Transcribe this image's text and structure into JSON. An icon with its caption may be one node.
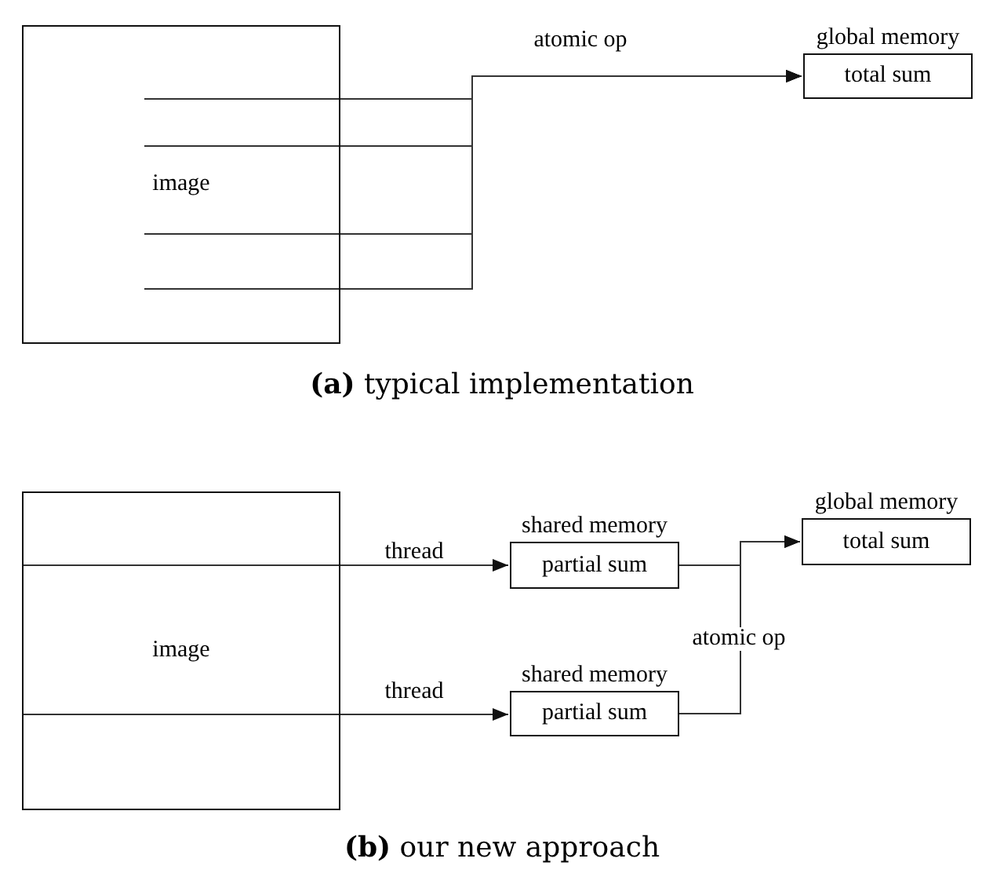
{
  "diagram": {
    "nodes": [
      {
        "text": [
          "image"
        ]
      },
      {
        "text": [
          "total sum"
        ],
        "beside": [
          "global memory"
        ]
      },
      {
        "text": [
          "image"
        ]
      },
      {
        "text": [
          "partial sum"
        ],
        "beside": [
          "shared memory"
        ]
      },
      {
        "text": [
          "partial sum"
        ],
        "beside": [
          "shared memory"
        ]
      },
      {
        "text": [
          "total sum"
        ],
        "beside": [
          "global memory"
        ]
      }
    ],
    "edges": [
      {
        "from": 0,
        "to": 1,
        "arrow": "to",
        "label": "atomic op"
      },
      {
        "from": 0,
        "to": 1,
        "arrow": "to"
      },
      {
        "from": 0,
        "to": 1,
        "arrow": "to"
      },
      {
        "from": 0,
        "to": 1,
        "arrow": "to"
      },
      {
        "from": 2,
        "to": 3,
        "arrow": "to",
        "label": "thread"
      },
      {
        "from": 2,
        "to": 4,
        "arrow": "to",
        "label": "thread"
      },
      {
        "from": 3,
        "to": 5,
        "arrow": "to"
      },
      {
        "from": 4,
        "to": 5,
        "arrow": "to",
        "label": "atomic op"
      }
    ],
    "labels": [
      "**(a)** typical implementation",
      "**(b)** our new approach"
    ]
  }
}
